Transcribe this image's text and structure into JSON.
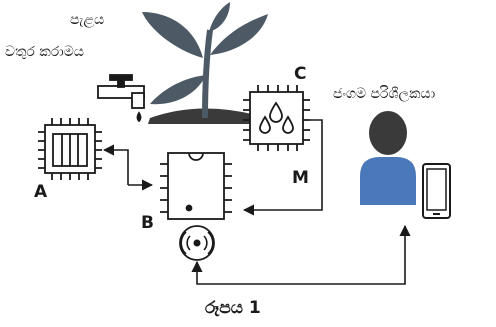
{
  "labels": {
    "plant": "පැළය",
    "water_valve": "වතුර කරාමය",
    "mobile_user": "ජංගම පරිශීලකයා",
    "a": "A",
    "b": "B",
    "c": "C",
    "m": "M"
  },
  "caption": "රූපය 1",
  "colors": {
    "line": "#1a1a1a",
    "plant": "#4d5a66",
    "person": "#4a78b8",
    "soil": "#3a3a3a"
  },
  "icons": {
    "plant": "seedling-icon",
    "tap": "water-tap-icon",
    "chip_a": "relay-module-chip-icon",
    "chip_b": "microcontroller-chip-icon",
    "chip_c": "moisture-sensor-chip-icon",
    "wireless": "wireless-signal-icon",
    "user": "user-icon",
    "phone": "smartphone-icon"
  }
}
